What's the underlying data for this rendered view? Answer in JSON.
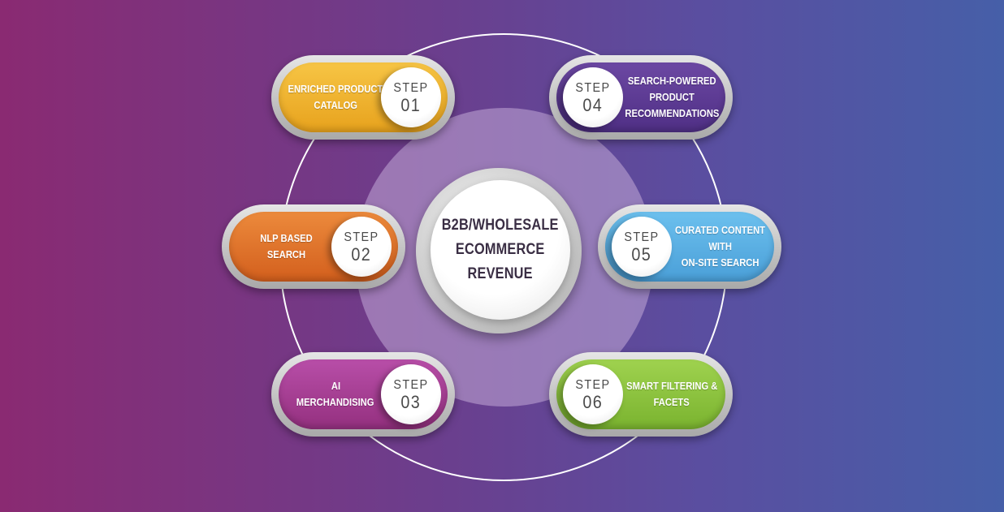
{
  "center": {
    "lines": [
      "B2B/WHOLESALE",
      "ECOMMERCE",
      "REVENUE"
    ]
  },
  "steps": [
    {
      "step_label": "STEP",
      "number": "01",
      "lines": [
        "ENRICHED PRODUCT",
        "CATALOG"
      ],
      "color": "#f0b12a"
    },
    {
      "step_label": "STEP",
      "number": "02",
      "lines": [
        "NLP BASED",
        "SEARCH"
      ],
      "color": "#e0702a"
    },
    {
      "step_label": "STEP",
      "number": "03",
      "lines": [
        "AI",
        "MERCHANDISING"
      ],
      "color": "#a33c95"
    },
    {
      "step_label": "STEP",
      "number": "04",
      "lines": [
        "SEARCH-POWERED",
        "PRODUCT",
        "RECOMMENDATIONS"
      ],
      "color": "#5c3a92"
    },
    {
      "step_label": "STEP",
      "number": "05",
      "lines": [
        "CURATED CONTENT",
        "WITH",
        "ON-SITE SEARCH"
      ],
      "color": "#5aaee0"
    },
    {
      "step_label": "STEP",
      "number": "06",
      "lines": [
        "SMART FILTERING &",
        "FACETS"
      ],
      "color": "#8cc63f"
    }
  ]
}
